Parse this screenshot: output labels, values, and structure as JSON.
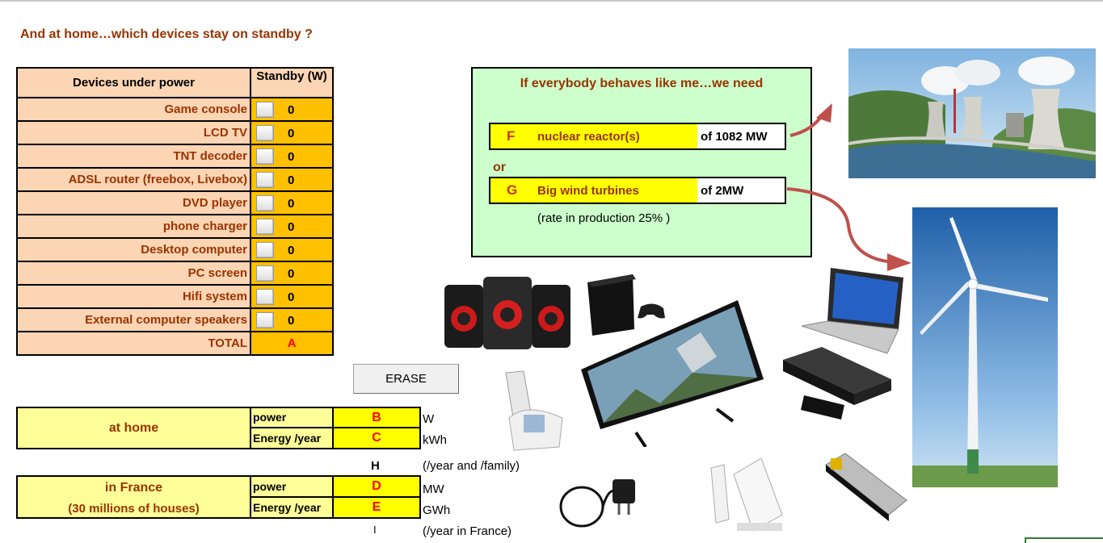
{
  "title": "And at home…which devices stay on standby ?",
  "table": {
    "header_devices": "Devices under power",
    "header_standby": "Standby (W)",
    "rows": [
      {
        "label": "Game console",
        "value": "0"
      },
      {
        "label": "LCD TV",
        "value": "0"
      },
      {
        "label": "TNT decoder",
        "value": "0"
      },
      {
        "label": "ADSL router (freebox, Livebox)",
        "value": "0"
      },
      {
        "label": "DVD player",
        "value": "0"
      },
      {
        "label": "phone charger",
        "value": "0"
      },
      {
        "label": "Desktop computer",
        "value": "0"
      },
      {
        "label": "PC screen",
        "value": "0"
      },
      {
        "label": "Hifi system",
        "value": "0"
      },
      {
        "label": "External computer speakers",
        "value": "0"
      }
    ],
    "total_label": "TOTAL",
    "total_value": "A"
  },
  "erase_button": "ERASE",
  "home": {
    "label": "at home",
    "power_label": "power",
    "power_value": "B",
    "power_unit": "W",
    "energy_label": "Energy /year",
    "energy_value": "C",
    "energy_unit": "kWh",
    "per_value": "H",
    "per_note": "(/year and /family)"
  },
  "france": {
    "label": "in France",
    "sublabel": "(30 millions of houses)",
    "power_label": "power",
    "power_value": "D",
    "power_unit": "MW",
    "energy_label": "Energy /year",
    "energy_value": "E",
    "energy_unit": "GWh",
    "per_value": "I",
    "per_note": "(/year in France)"
  },
  "panel": {
    "heading": "If everybody behaves like me…we need",
    "nuclear_letter": "F",
    "nuclear_label": "nuclear reactor(s)",
    "nuclear_unit": "of 1082 MW",
    "or": "or",
    "wind_letter": "G",
    "wind_label": "Big wind turbines",
    "wind_unit": "of 2MW",
    "rate_note": "(rate in production 25% )"
  },
  "colors": {
    "title": "#993300",
    "table_bg": "#fcd5b4",
    "value_bg": "#ffc000",
    "panel_bg": "#ccffcc",
    "result": "#ff0000",
    "arrow": "#c0504d"
  }
}
